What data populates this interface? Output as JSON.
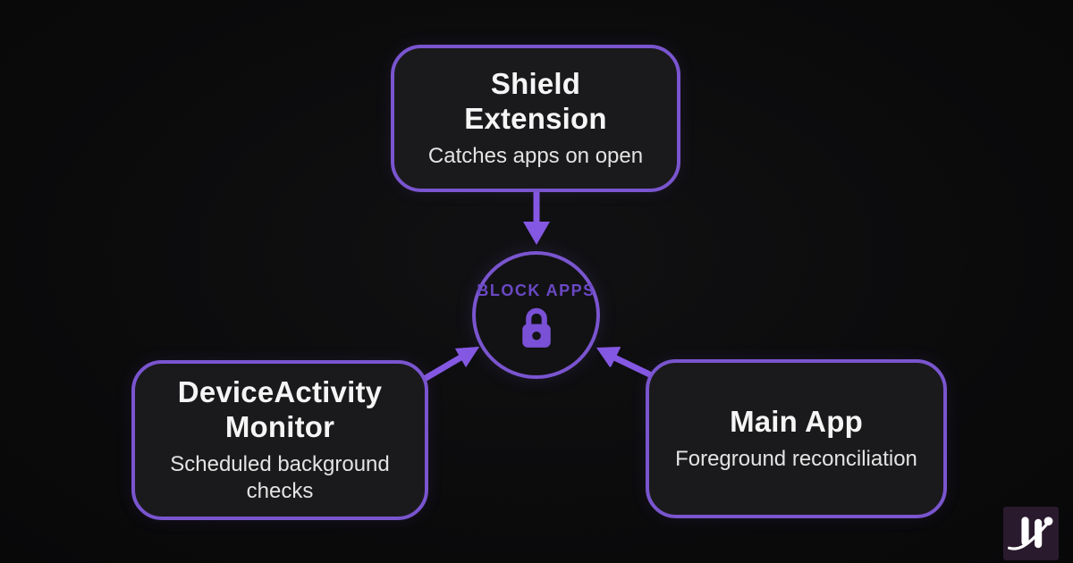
{
  "diagram": {
    "nodes": {
      "shield": {
        "title": "Shield Extension",
        "subtitle": "Catches apps on open"
      },
      "device": {
        "title": "DeviceActivity Monitor",
        "subtitle": "Scheduled background checks"
      },
      "main": {
        "title": "Main App",
        "subtitle": "Foreground reconciliation"
      },
      "hub": {
        "label": "BLOCK APPS",
        "icon": "lock-icon"
      }
    },
    "edges": [
      {
        "from": "shield",
        "to": "hub",
        "direction": "down"
      },
      {
        "from": "device",
        "to": "hub",
        "direction": "up-right"
      },
      {
        "from": "main",
        "to": "hub",
        "direction": "up-left"
      }
    ],
    "colors": {
      "background": "#0b0b0c",
      "node_fill": "#1a1a1c",
      "border_accent": "#7a55cf",
      "arrow_accent": "#8458e2",
      "hub_label": "#6a48c4",
      "lock": "#7a50d6",
      "title_text": "#f5f5f5",
      "subtitle_text": "#e3e3e3",
      "logo_square": "#2a1a2e"
    },
    "logo": {
      "name": "brand-logo",
      "glyph": "H"
    }
  }
}
